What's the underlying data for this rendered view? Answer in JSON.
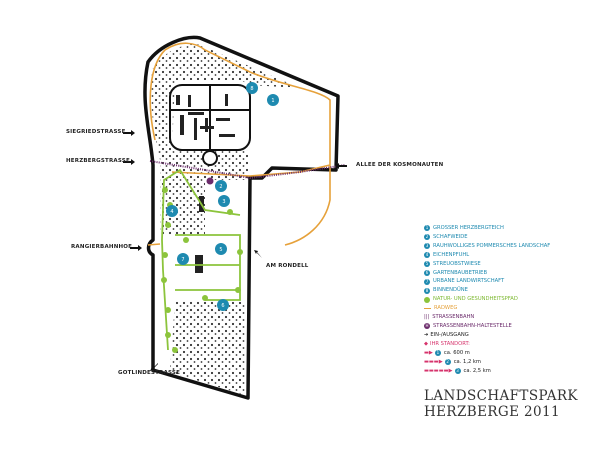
{
  "title": {
    "line1": "LANDSCHAFTSPARK",
    "line2": "HERZBERGE 2011"
  },
  "streets": {
    "siegried": "SIEGRIEDSTRASSE",
    "herzberg": "HERZBERGSTRASSE",
    "allee": "ALLEE DER KOSMONAUTEN",
    "rangier": "RANGIERBAHNHOF",
    "rondell": "AM RONDELL",
    "gotlinde": "GOTLINDESTRASSE"
  },
  "legend": {
    "areas": [
      {
        "n": "1",
        "label": "GROSSER HERZBERGTEICH"
      },
      {
        "n": "2",
        "label": "SCHAFWEIDE"
      },
      {
        "n": "3",
        "label": "RAUHWOLLIGES POMMERSCHES LANDSCHAF"
      },
      {
        "n": "4",
        "label": "EICHENPFUHL"
      },
      {
        "n": "5",
        "label": "STREUOBSTWIESE"
      },
      {
        "n": "6",
        "label": "GARTENBAUBETRIEB"
      },
      {
        "n": "7",
        "label": "URBANE LANDWIRTSCHAFT"
      },
      {
        "n": "8",
        "label": "BINNENDÜNE"
      }
    ],
    "natur": "NATUR- UND GESUNDHEITSPFAD",
    "radweg": "RADWEG",
    "tram": "STRASSENBAHN",
    "tram_stop": "STRASSENBAHN-HALTESTELLE",
    "tram_stop_symbol": "H",
    "entrance": "EIN-/AUSGANG",
    "standort": "IHR STANDORT:",
    "routes": [
      {
        "n": "1",
        "dist": "ca. 600 m"
      },
      {
        "n": "2",
        "dist": "ca. 1,2 km"
      },
      {
        "n": "3",
        "dist": "ca. 2,5 km"
      }
    ]
  },
  "markers": [
    {
      "n": "1"
    },
    {
      "n": "2"
    },
    {
      "n": "3"
    },
    {
      "n": "4"
    },
    {
      "n": "5"
    },
    {
      "n": "6"
    },
    {
      "n": "7"
    },
    {
      "n": "8"
    }
  ],
  "colors": {
    "teal": "#1e8ab0",
    "green": "#8cc43c",
    "orange": "#e6a13a",
    "purple": "#6b2b6b",
    "pink": "#d6336c"
  }
}
